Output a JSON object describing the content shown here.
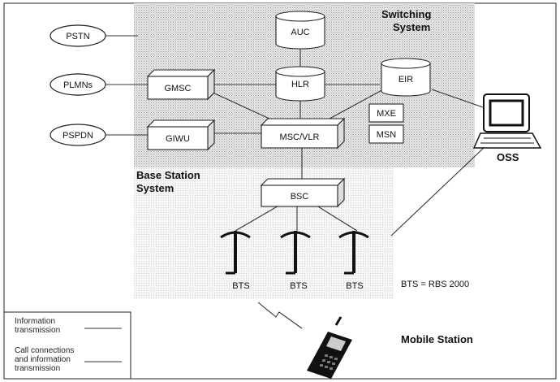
{
  "switching_system": {
    "title_line1": "Switching",
    "title_line2": "System"
  },
  "base_station_system": {
    "title_line1": "Base Station",
    "title_line2": "System"
  },
  "networks": {
    "pstn": "PSTN",
    "plmns": "PLMNs",
    "pspdn": "PSPDN"
  },
  "nodes": {
    "auc": "AUC",
    "hlr": "HLR",
    "eir": "EIR",
    "gmsc": "GMSC",
    "giwu": "GIWU",
    "msc_vlr": "MSC/VLR",
    "mxe": "MXE",
    "msn": "MSN",
    "bsc": "BSC"
  },
  "bts_labels": [
    "BTS",
    "BTS",
    "BTS"
  ],
  "bts_note": "BTS = RBS 2000",
  "oss": "OSS",
  "mobile_station": "Mobile Station",
  "legend": {
    "info_line1": "Information",
    "info_line2": "transmission",
    "call_line1": "Call connections",
    "call_line2": "and information",
    "call_line3": "transmission"
  }
}
